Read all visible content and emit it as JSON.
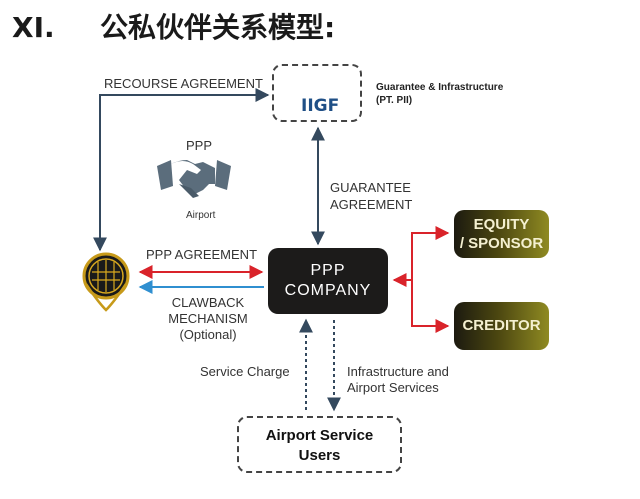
{
  "header": {
    "number": "XI.",
    "title": "公私伙伴关系模型:"
  },
  "iigf": {
    "logo_text": "IIGF",
    "caption_line1": "Guarantee & Infrastructure",
    "caption_line2": "(PT. PII)"
  },
  "labels": {
    "recourse": "RECOURSE AGREEMENT",
    "ppp": "PPP",
    "airport": "Airport",
    "guarantee_line1": "GUARANTEE",
    "guarantee_line2": "AGREEMENT",
    "ppp_agreement": "PPP AGREEMENT",
    "clawback_line1": "CLAWBACK",
    "clawback_line2": "MECHANISM",
    "clawback_line3": "(Optional)",
    "service_charge": "Service Charge",
    "infra_line1": "Infrastructure and",
    "infra_line2": "Airport Services"
  },
  "boxes": {
    "ppp_company_line1": "PPP",
    "ppp_company_line2": "COMPANY",
    "equity_line1": "EQUITY",
    "equity_line2": "/ SPONSOR",
    "creditor": "CREDITOR",
    "users_line1": "Airport Service",
    "users_line2": "Users"
  },
  "colors": {
    "dark_arrow": "#34495e",
    "red_arrow": "#d9232a",
    "blue_arrow": "#2f8fd0",
    "ppp_company_bg": "#1c1b1a",
    "iigf_blue": "#1f4f86",
    "iigf_green": "#5bb55a"
  },
  "icons": [
    "handshake-icon",
    "government-emblem-icon",
    "iigf-logo-icon"
  ]
}
